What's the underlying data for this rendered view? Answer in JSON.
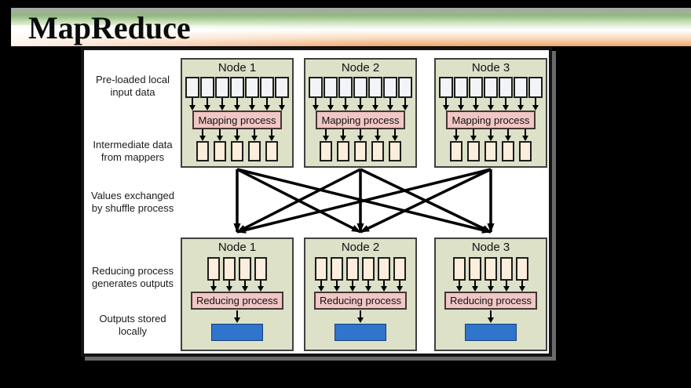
{
  "banner": {
    "title": "MapReduce"
  },
  "diagram": {
    "row_labels": [
      {
        "text": "Pre-loaded local\ninput data"
      },
      {
        "text": "Intermediate data\nfrom mappers"
      },
      {
        "text": "Values exchanged\nby shuffle process"
      },
      {
        "text": "Reducing process\ngenerates outputs"
      },
      {
        "text": "Outputs stored\nlocally"
      }
    ],
    "map_nodes": [
      {
        "title": "Node 1",
        "process_label": "Mapping process",
        "input_box_count": 7,
        "intermediate_box_count": 5
      },
      {
        "title": "Node 2",
        "process_label": "Mapping process",
        "input_box_count": 7,
        "intermediate_box_count": 5
      },
      {
        "title": "Node 3",
        "process_label": "Mapping process",
        "input_box_count": 7,
        "intermediate_box_count": 5
      }
    ],
    "reduce_nodes": [
      {
        "title": "Node 1",
        "process_label": "Reducing process",
        "input_box_count": 4
      },
      {
        "title": "Node 2",
        "process_label": "Reducing process",
        "input_box_count": 6
      },
      {
        "title": "Node 3",
        "process_label": "Reducing process",
        "input_box_count": 5
      }
    ],
    "shuffle_arrow_count": 9,
    "colors": {
      "page_background": "#000000",
      "node_background": "#dce1c8",
      "process_box": "#f1c7c5",
      "input_box": "#f3f4f8",
      "intermediate_box": "#fbeedd",
      "output_box": "#2f74cd",
      "banner_green": "#8eb97e",
      "banner_orange": "#f1a46f"
    }
  }
}
